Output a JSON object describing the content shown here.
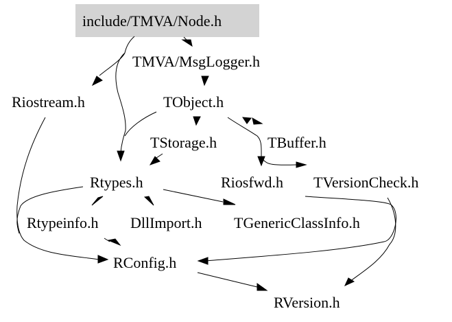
{
  "diagram": {
    "type": "include-dependency-graph",
    "root": "include/TMVA/Node.h",
    "nodes": [
      {
        "id": "node",
        "label": "include/TMVA/Node.h",
        "highlight": true,
        "fill": "#d3d3d3"
      },
      {
        "id": "msglogger",
        "label": "TMVA/MsgLogger.h"
      },
      {
        "id": "riostream",
        "label": "Riostream.h"
      },
      {
        "id": "tobject",
        "label": "TObject.h"
      },
      {
        "id": "tstorage",
        "label": "TStorage.h"
      },
      {
        "id": "tbuffer",
        "label": "TBuffer.h"
      },
      {
        "id": "rtypes",
        "label": "Rtypes.h"
      },
      {
        "id": "riosfwd",
        "label": "Riosfwd.h"
      },
      {
        "id": "tversioncheck",
        "label": "TVersionCheck.h"
      },
      {
        "id": "rtypeinfo",
        "label": "Rtypeinfo.h"
      },
      {
        "id": "dllimport",
        "label": "DllImport.h"
      },
      {
        "id": "tgenericclassinfo",
        "label": "TGenericClassInfo.h"
      },
      {
        "id": "rconfig",
        "label": "RConfig.h"
      },
      {
        "id": "rversion",
        "label": "RVersion.h"
      }
    ],
    "edges": [
      {
        "from": "node",
        "to": "msglogger"
      },
      {
        "from": "node",
        "to": "riostream"
      },
      {
        "from": "node",
        "to": "rtypes"
      },
      {
        "from": "msglogger",
        "to": "tobject"
      },
      {
        "from": "tobject",
        "to": "rtypes"
      },
      {
        "from": "tobject",
        "to": "tstorage"
      },
      {
        "from": "tobject",
        "to": "tbuffer"
      },
      {
        "from": "tobject",
        "to": "riosfwd"
      },
      {
        "from": "tobject",
        "to": "tversioncheck"
      },
      {
        "from": "tbuffer",
        "to": "tobject"
      },
      {
        "from": "tstorage",
        "to": "rtypes"
      },
      {
        "from": "riostream",
        "to": "rconfig"
      },
      {
        "from": "rtypes",
        "to": "rtypeinfo"
      },
      {
        "from": "rtypes",
        "to": "dllimport"
      },
      {
        "from": "rtypes",
        "to": "tgenericclassinfo"
      },
      {
        "from": "rtypes",
        "to": "rconfig"
      },
      {
        "from": "rtypeinfo",
        "to": "rconfig"
      },
      {
        "from": "riosfwd",
        "to": "rconfig"
      },
      {
        "from": "tversioncheck",
        "to": "rversion"
      },
      {
        "from": "rconfig",
        "to": "rversion"
      }
    ]
  }
}
